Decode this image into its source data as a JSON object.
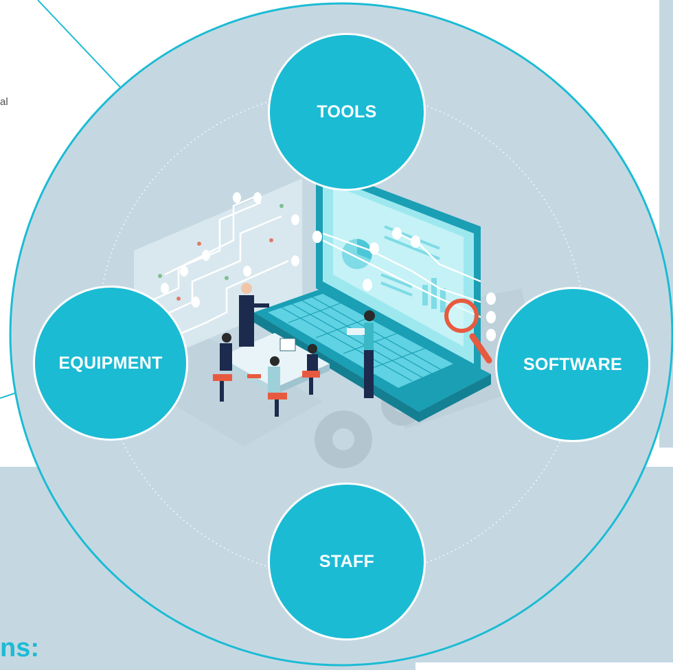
{
  "diagram": {
    "nodes": [
      {
        "id": "tools",
        "label": "TOOLS"
      },
      {
        "id": "equipment",
        "label": "EQUIPMENT"
      },
      {
        "id": "software",
        "label": "SOFTWARE"
      },
      {
        "id": "staff",
        "label": "STAFF"
      }
    ]
  },
  "page": {
    "side_text_fragment": "al",
    "heading_fragment": "ns:"
  },
  "colors": {
    "accent": "#1bbbd4",
    "panel": "#c5d8e2",
    "dark_teal": "#1a9fb5",
    "text_gray": "#4d4d4d"
  },
  "illustration": {
    "subject": "isometric-laptop-business-meeting",
    "icons": [
      "laptop-icon",
      "magnifier-icon",
      "gear-icon",
      "circuit-panel-icon",
      "office-team-icon"
    ]
  }
}
